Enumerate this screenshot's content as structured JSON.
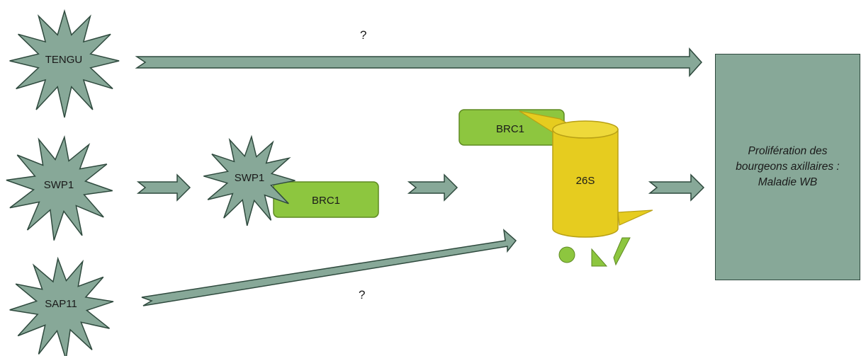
{
  "stars": {
    "tengu": "TENGU",
    "swp1_left": "SWP1",
    "swp1_mid": "SWP1",
    "sap11": "SAP11"
  },
  "brc1_mid": "BRC1",
  "brc1_top": "BRC1",
  "proteasome": "26S",
  "question_top": "?",
  "question_bottom": "?",
  "outcome": {
    "line1": "Prolifération des",
    "line2": "bourgeons axillaires :",
    "line3": "Maladie WB"
  },
  "colors": {
    "star_fill": "#87a898",
    "star_stroke": "#2f4a3e",
    "brc1_fill": "#8dc63f",
    "brc1_stroke": "#5e8a22",
    "proteasome_fill": "#e6cc1f",
    "proteasome_stroke": "#b8a015",
    "debris_fill": "#8dc63f"
  }
}
